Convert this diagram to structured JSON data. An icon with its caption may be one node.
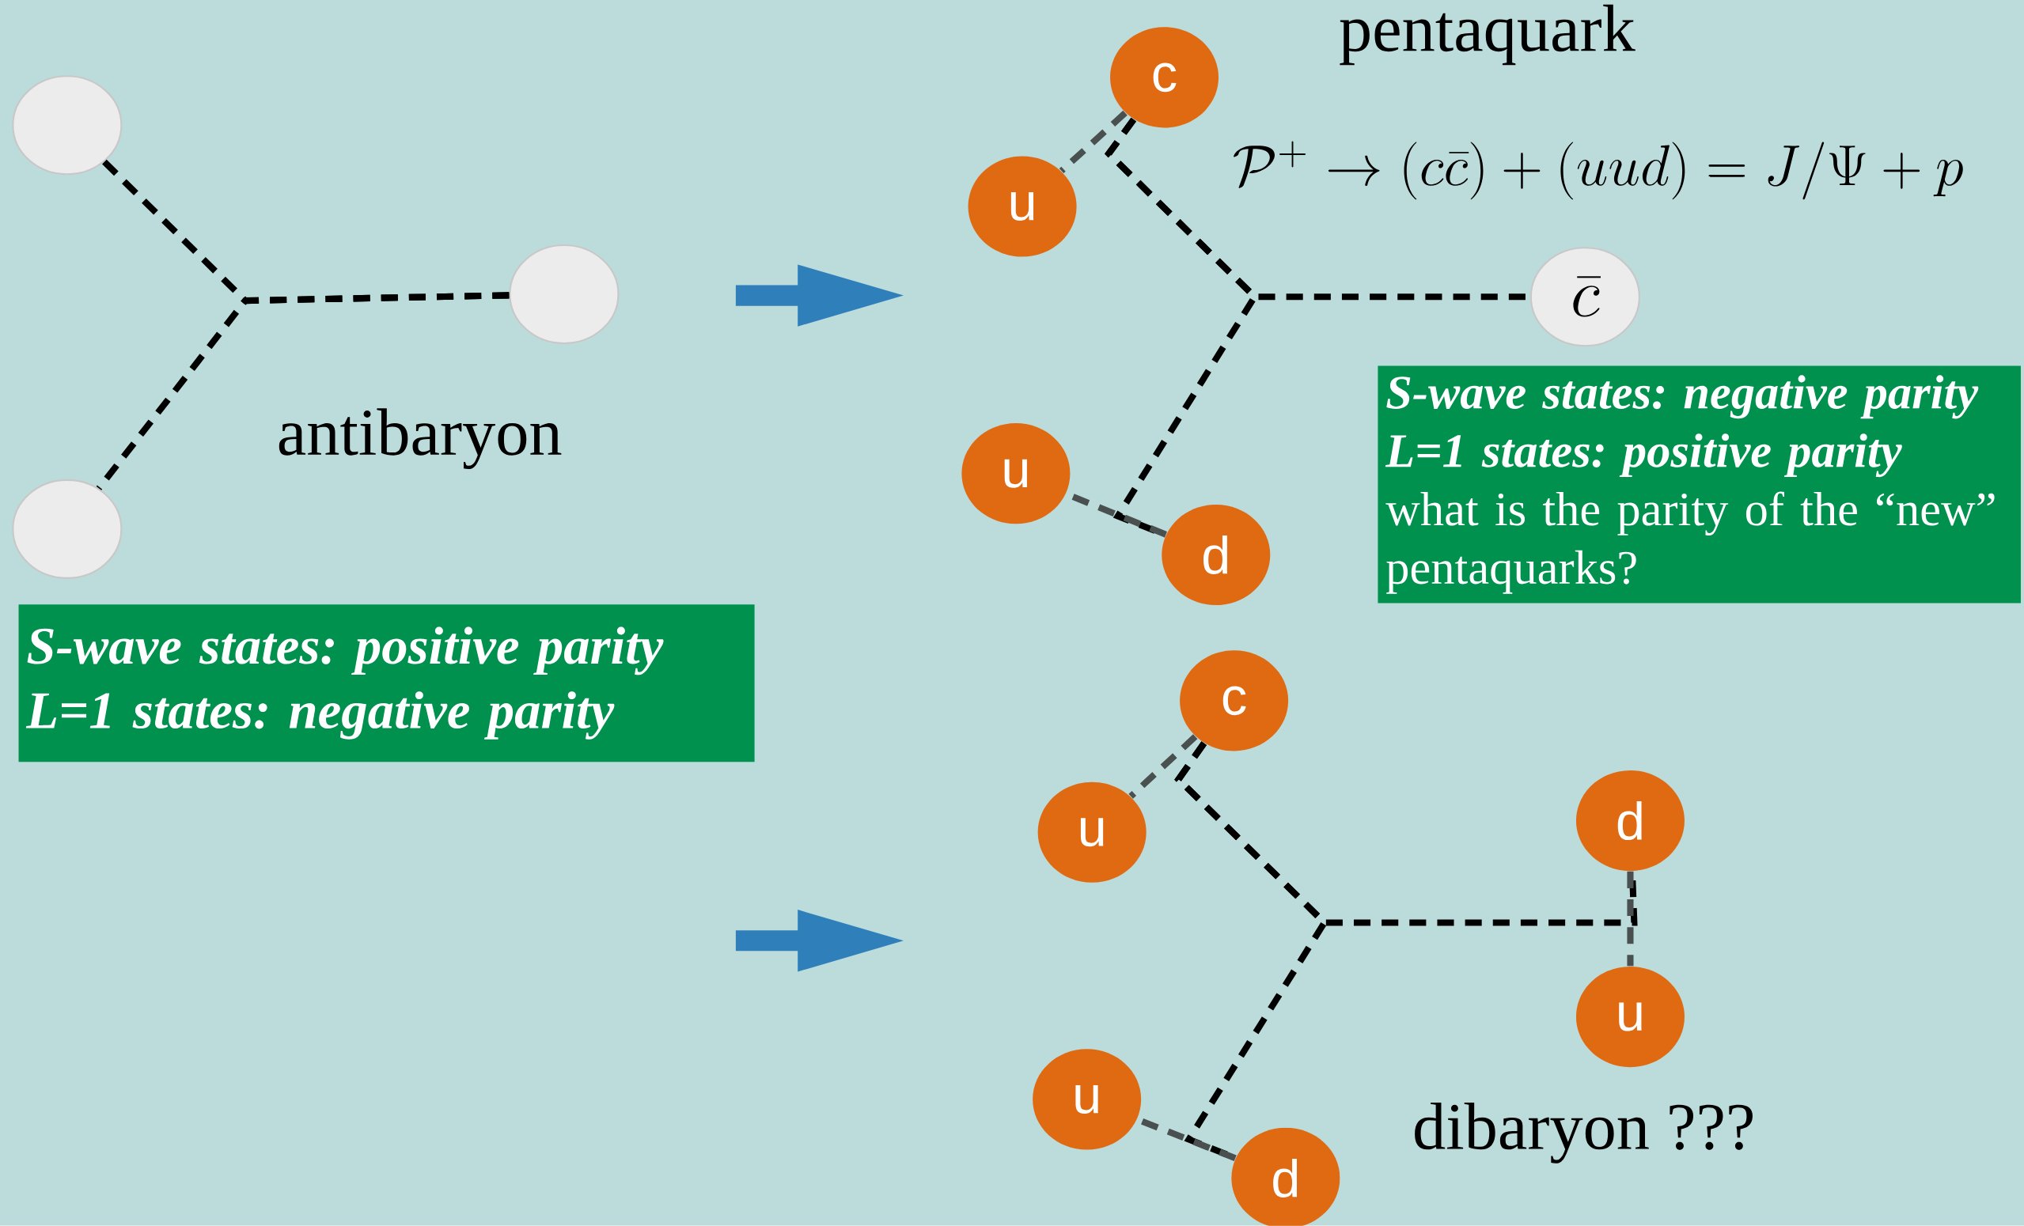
{
  "diagram": {
    "nodes": [
      {
        "text": [],
        "shape": "circle"
      },
      {
        "text": [],
        "shape": "circle"
      },
      {
        "text": [],
        "shape": "circle"
      },
      {
        "text": [
          "S-wave states: positive parity",
          "L=1 states: negative parity"
        ]
      },
      {
        "text": [
          "c"
        ]
      },
      {
        "text": [
          "u"
        ]
      },
      {
        "text": [
          "\\bar{c}"
        ]
      },
      {
        "text": [
          "u"
        ]
      },
      {
        "text": [
          "d"
        ]
      },
      {
        "text": [
          "S-wave states: negative parity",
          "L=1 states: positive parity",
          "what is the parity of the “new” pentaquarks?"
        ]
      },
      {
        "text": [
          "c"
        ]
      },
      {
        "text": [
          "u"
        ]
      },
      {
        "text": [
          "d"
        ]
      },
      {
        "text": [
          "u"
        ]
      },
      {
        "text": [
          "u"
        ]
      },
      {
        "text": [
          "d"
        ]
      }
    ],
    "edges": [
      {
        "from": 1,
        "to": 0,
        "arrow": "none",
        "style": "dashed"
      },
      {
        "from": 1,
        "to": 2,
        "arrow": "none",
        "style": "dashed"
      },
      {
        "from": 4,
        "to": 5,
        "arrow": "none",
        "style": "dashed",
        "color": "#4a5050"
      },
      {
        "from": 4,
        "to": 6,
        "arrow": "none",
        "style": "dashed"
      },
      {
        "from": 4,
        "to": 8,
        "arrow": "none",
        "style": "dashed"
      },
      {
        "from": 8,
        "to": 7,
        "arrow": "none",
        "style": "dashed",
        "color": "#4a5050"
      },
      {
        "from": 10,
        "to": 11,
        "arrow": "none",
        "style": "dashed",
        "color": "#4a5050"
      },
      {
        "from": 10,
        "to": 12,
        "arrow": "none",
        "style": "dashed"
      },
      {
        "from": 10,
        "to": 15,
        "arrow": "none",
        "style": "dashed"
      },
      {
        "from": 12,
        "to": 13,
        "arrow": "none",
        "style": "dashed",
        "color": "#4a5050"
      },
      {
        "from": 15,
        "to": 14,
        "arrow": "none",
        "style": "dashed",
        "color": "#4a5050"
      }
    ],
    "labels": [
      "antibaryon",
      "pentaquark",
      "\\mathcal{P}^+ \\to (c\\bar{c}) + (uud) = J/\\Psi + p",
      "dibaryon ???"
    ]
  }
}
